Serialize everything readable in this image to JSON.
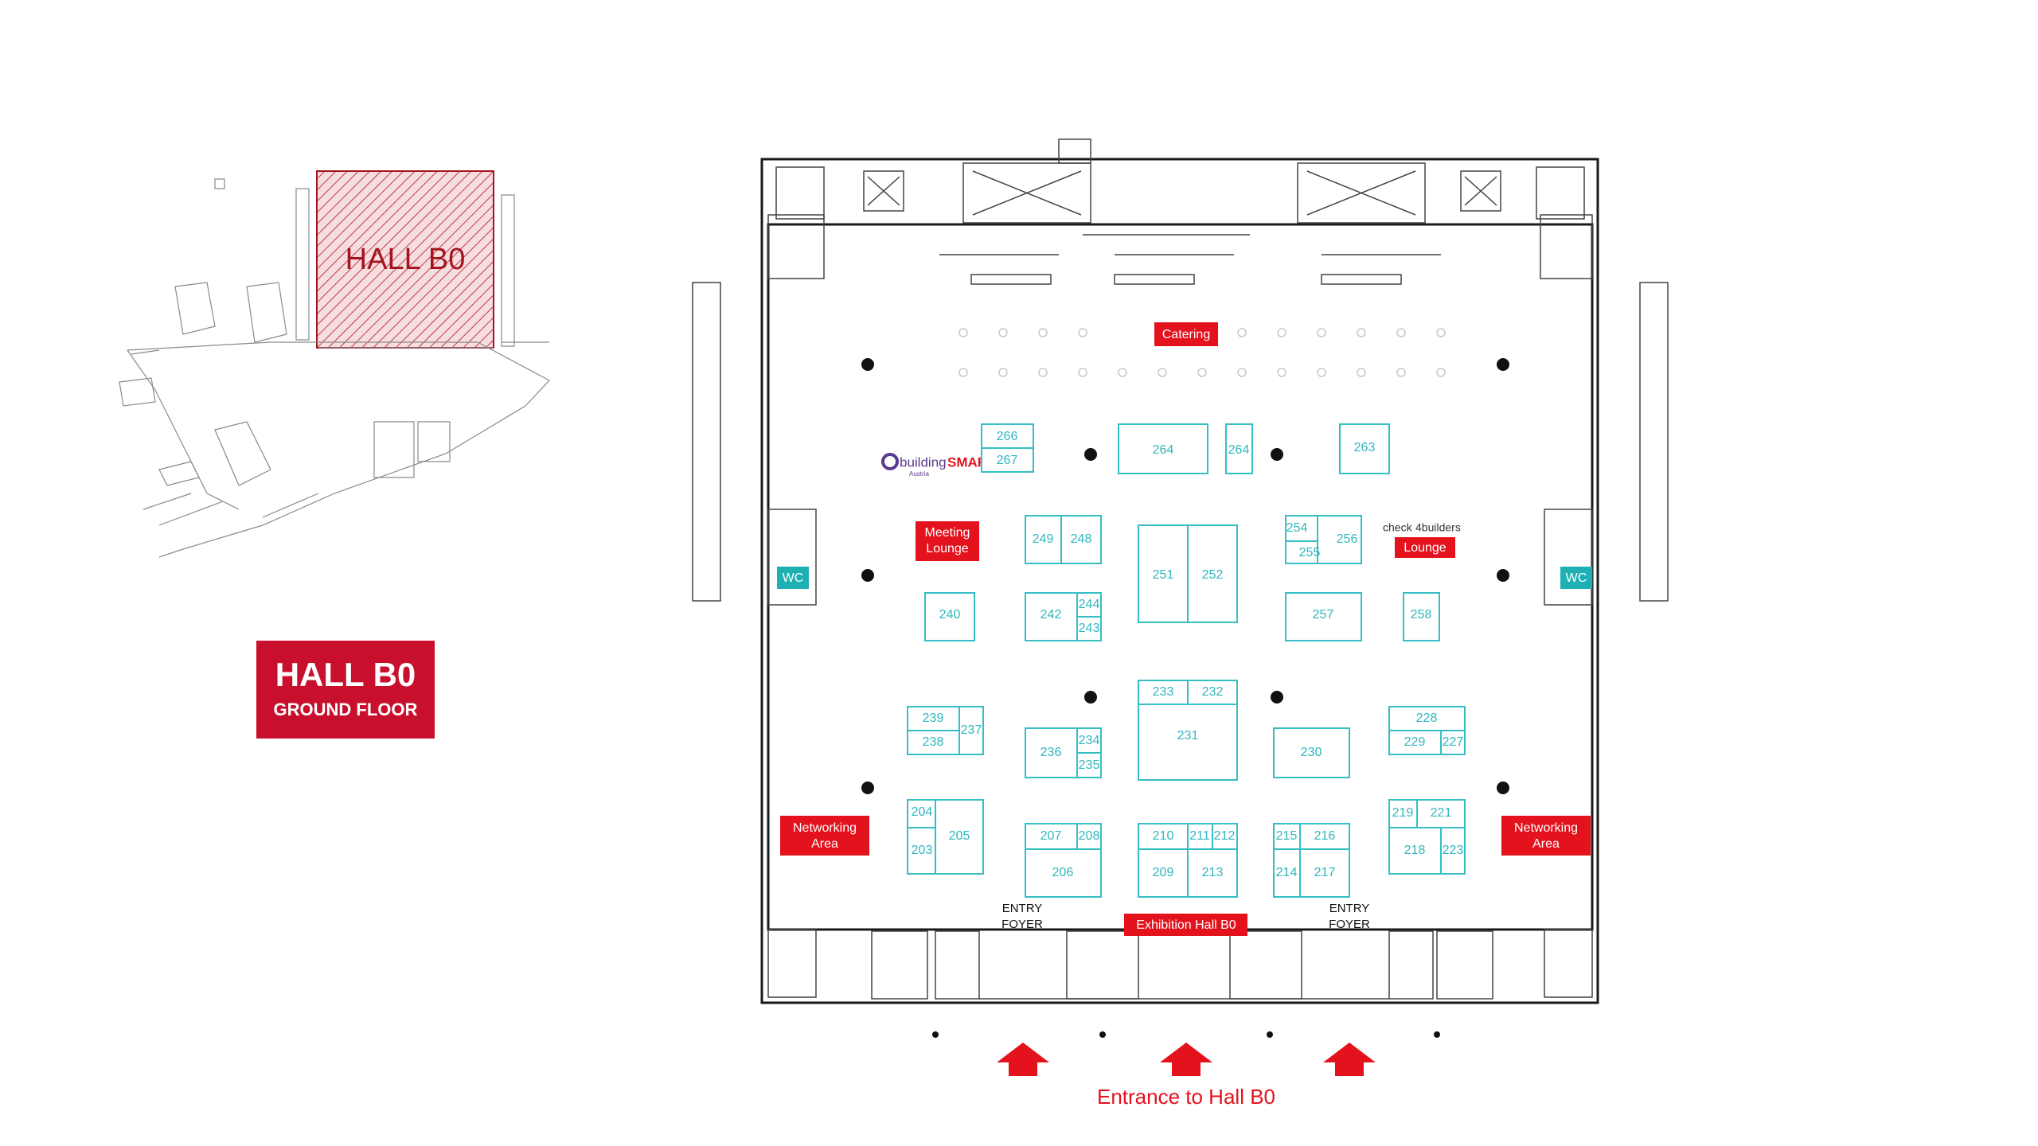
{
  "overview": {
    "label": "HALL B0"
  },
  "legend": {
    "title": "HALL B0",
    "subtitle": "GROUND FLOOR",
    "color": "#c8102e"
  },
  "entrance": {
    "label": "Entrance to Hall B0",
    "color": "#e4121c"
  },
  "labels": {
    "catering": "Catering",
    "meeting_lounge_1": "Meeting",
    "meeting_lounge_2": "Lounge",
    "lounge": "Lounge",
    "networking_1": "Networking",
    "networking_2": "Area",
    "exhibition_hall": "Exhibition Hall B0",
    "entry_foyer_1": "ENTRY",
    "entry_foyer_2": "FOYER",
    "wc": "WC"
  },
  "logos": {
    "buildingsmart_a": "building",
    "buildingsmart_b": "SMART",
    "buildingsmart_sub": "Austria",
    "check4builders_a": "check",
    "check4builders_b": "4builders"
  },
  "booths": [
    "266",
    "267",
    "264",
    "264",
    "263",
    "249",
    "248",
    "251",
    "252",
    "254",
    "256",
    "255",
    "240",
    "242",
    "244",
    "243",
    "257",
    "258",
    "233",
    "232",
    "231",
    "239",
    "237",
    "238",
    "236",
    "234",
    "235",
    "230",
    "228",
    "229",
    "227",
    "204",
    "203",
    "205",
    "207",
    "208",
    "206",
    "210",
    "211",
    "212",
    "209",
    "213",
    "215",
    "216",
    "214",
    "217",
    "219",
    "221",
    "218",
    "223"
  ],
  "colors": {
    "booth_outline": "#35bfc4",
    "booth_text": "#2fb7bd",
    "label_red": "#e4121c",
    "wc_teal": "#1eb0b3"
  }
}
